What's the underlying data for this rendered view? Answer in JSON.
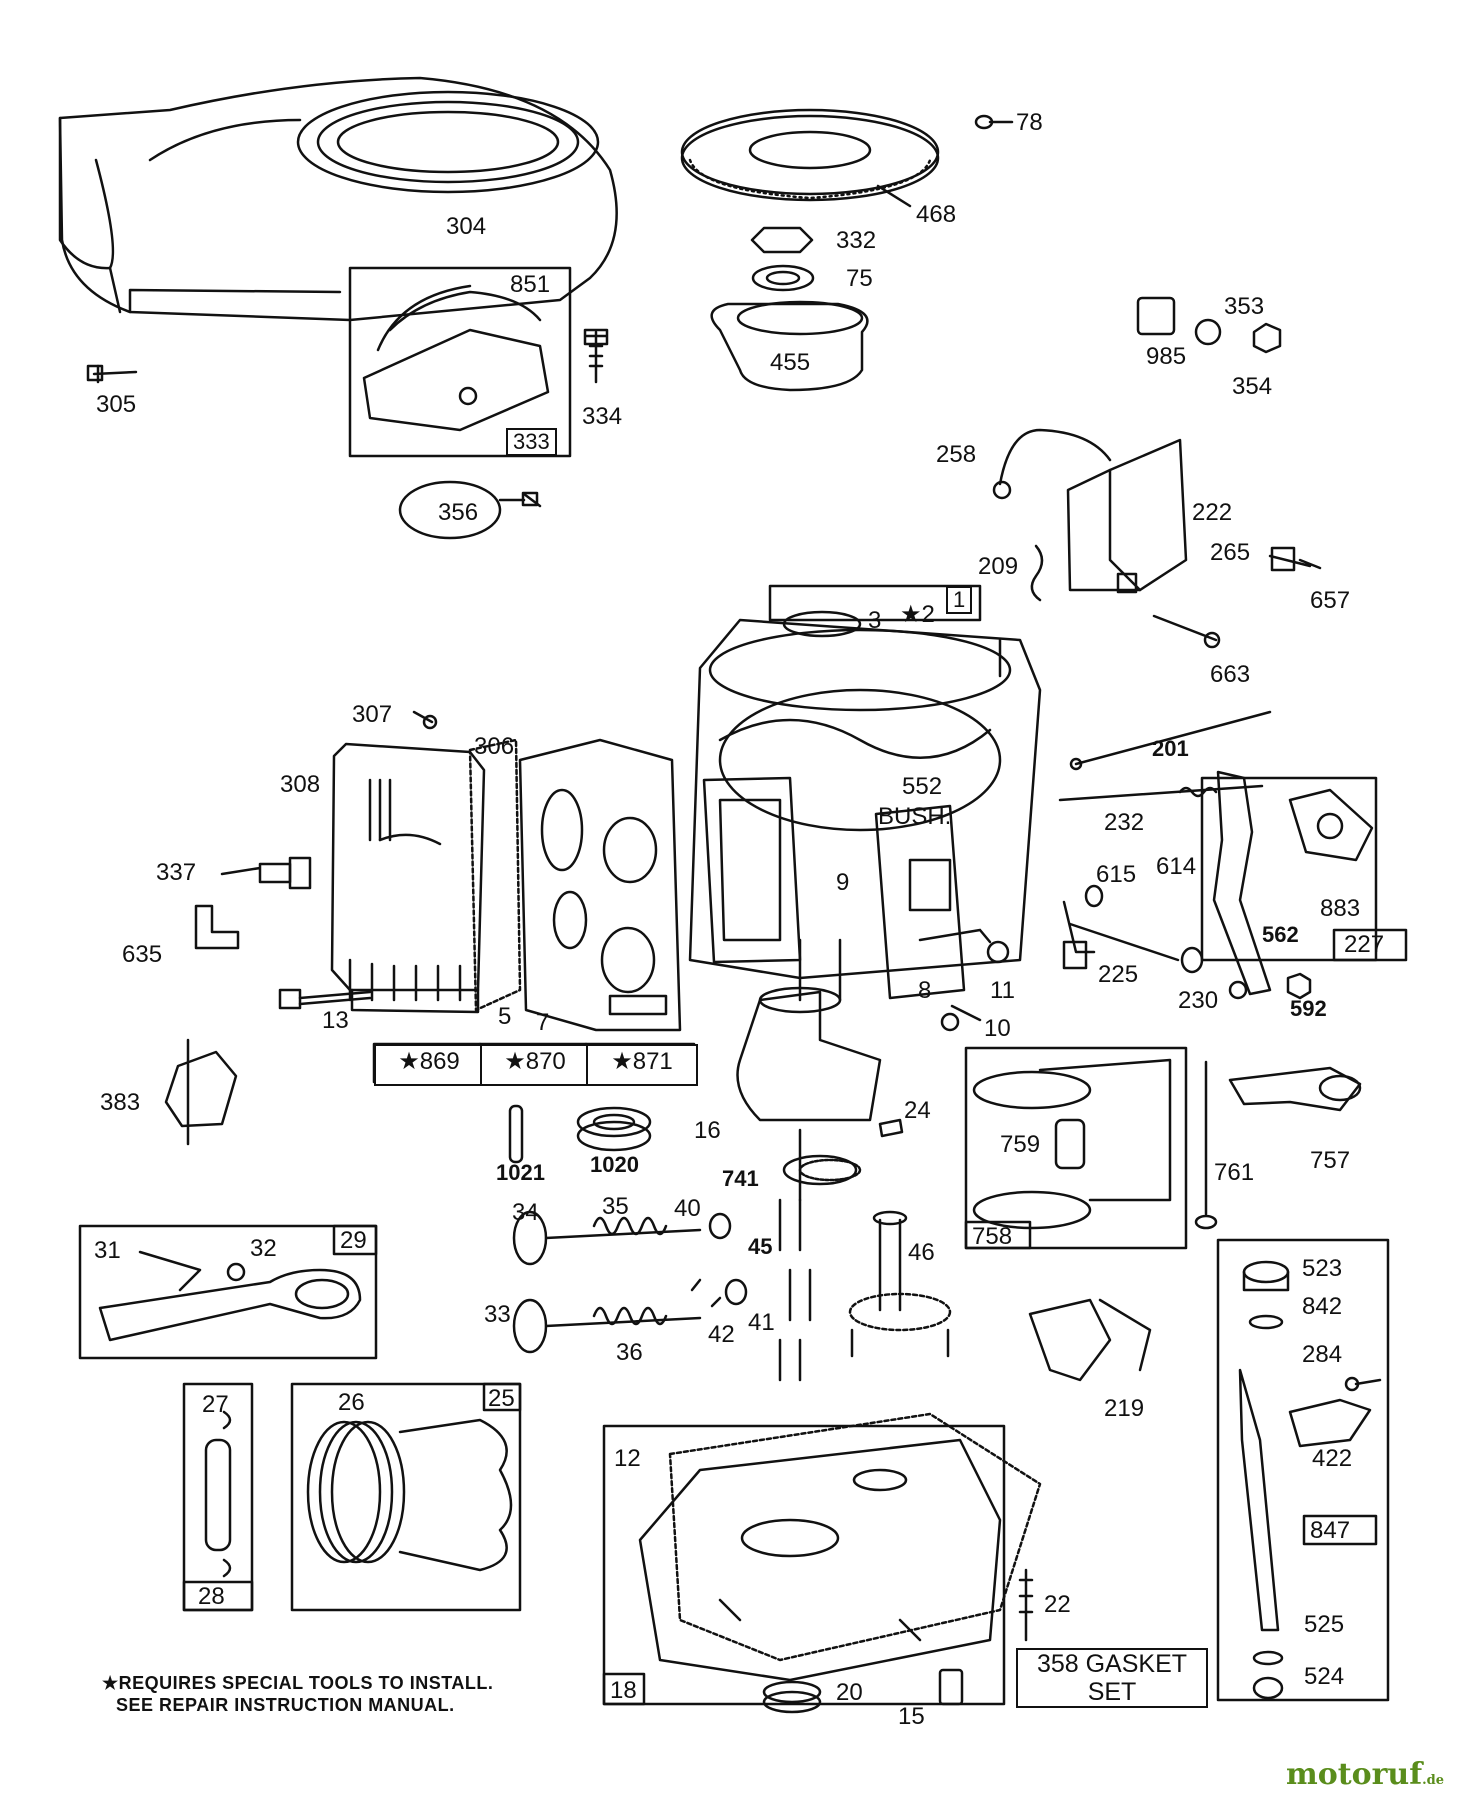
{
  "diagram_title": "",
  "labels": {
    "p304": "304",
    "p305": "305",
    "p851": "851",
    "p333": "333",
    "p334": "334",
    "p356": "356",
    "p468": "468",
    "p78": "78",
    "p332": "332",
    "p75": "75",
    "p455": "455",
    "p985": "985",
    "p353": "353",
    "p354": "354",
    "p258": "258",
    "p222": "222",
    "p209": "209",
    "p265": "265",
    "p657": "657",
    "p663": "663",
    "p3": "3",
    "p2": "★2",
    "p1": "1",
    "p307": "307",
    "p306": "306",
    "p308": "308",
    "p337": "337",
    "p635": "635",
    "p13": "13",
    "p5": "5",
    "p7": "7",
    "p552": "552",
    "bush": "BUSH.",
    "p9": "9",
    "p8": "8",
    "p11": "11",
    "p10": "10",
    "p201": "201",
    "p232": "232",
    "p615": "615",
    "p614": "614",
    "p225": "225",
    "p230": "230",
    "p883": "883",
    "p562": "562",
    "p227": "227",
    "p592": "592",
    "p383": "383",
    "p1021": "1021",
    "p1020": "1020",
    "p16": "16",
    "p24": "24",
    "p741": "741",
    "p759": "759",
    "p761": "761",
    "p757": "757",
    "p758": "758",
    "p34": "34",
    "p35": "35",
    "p40": "40",
    "p45": "45",
    "p46": "46",
    "p33": "33",
    "p41": "41",
    "p42": "42",
    "p36": "36",
    "p31": "31",
    "p32": "32",
    "p29": "29",
    "p219": "219",
    "p523": "523",
    "p842": "842",
    "p284": "284",
    "p422": "422",
    "p847": "847",
    "p27": "27",
    "p28": "28",
    "p26": "26",
    "p25": "25",
    "p12": "12",
    "p22": "22",
    "p525": "525",
    "p524": "524",
    "p18": "18",
    "p20": "20",
    "p15": "15"
  },
  "special_tool_kits": [
    "★869",
    "★870",
    "★871"
  ],
  "gasket_set": {
    "line1": "358 GASKET",
    "line2": "SET"
  },
  "footnote": {
    "line1": "★REQUIRES SPECIAL TOOLS TO INSTALL.",
    "line2": "SEE REPAIR INSTRUCTION MANUAL."
  },
  "watermark": {
    "brand": "motoruf",
    "tld": ".de"
  },
  "colors": {
    "ink": "#111111",
    "background": "#ffffff",
    "watermark": "#5a8d1c"
  }
}
